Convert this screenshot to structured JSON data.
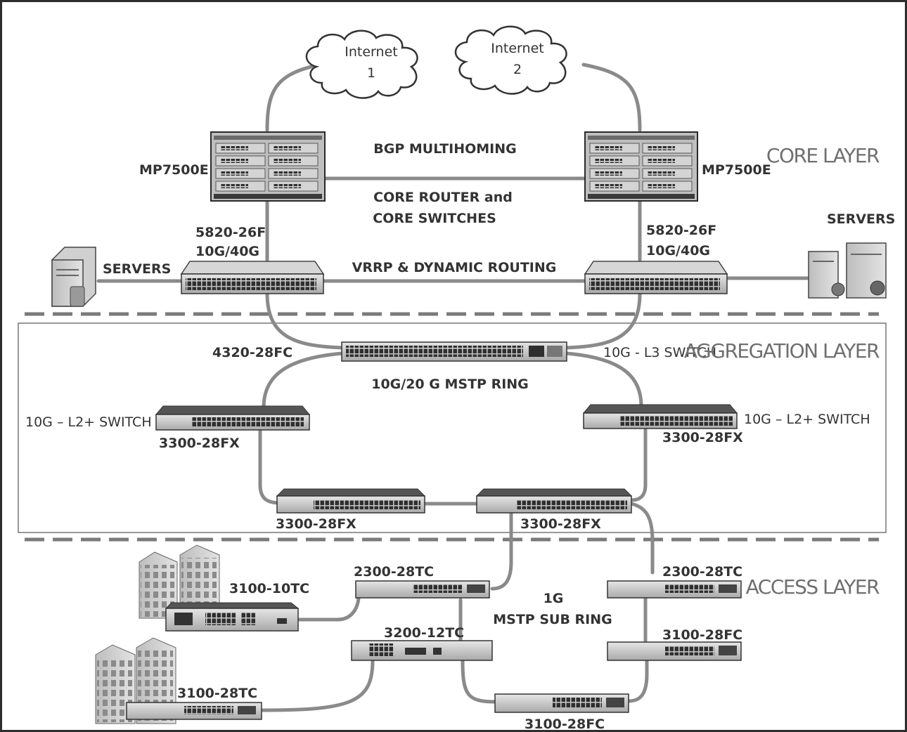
{
  "clouds": [
    {
      "line1": "Internet",
      "line2": "1"
    },
    {
      "line1": "Internet",
      "line2": "2"
    }
  ],
  "layers": {
    "core": "CORE LAYER",
    "aggregation": "AGGREGATION LAYER",
    "access": "ACCESS LAYER"
  },
  "labels": {
    "bgp": "BGP MULTIHOMING",
    "core_router_1": "CORE ROUTER and",
    "core_router_2": "CORE SWITCHES",
    "vrrp": "VRRP & DYNAMIC ROUTING",
    "mp_left": "MP7500E",
    "mp_right": "MP7500E",
    "sw5820_left_1": "5820-26F",
    "sw5820_left_2": "10G/40G",
    "sw5820_right_1": "5820-26F",
    "sw5820_right_2": "10G/40G",
    "servers_left": "SERVERS",
    "servers_right": "SERVERS",
    "sw4320": "4320-28FC",
    "l3_switch": "10G - L3 SWITCH",
    "mstp_ring": "10G/20 G MSTP RING",
    "l2_left": "10G – L2+ SWITCH",
    "l2_right": "10G – L2+ SWITCH",
    "sw3300_ul": "3300-28FX",
    "sw3300_ur": "3300-28FX",
    "sw3300_bl": "3300-28FX",
    "sw3300_br": "3300-28FX",
    "sw2300_left": "2300-28TC",
    "sw2300_right": "2300-28TC",
    "sw3100_10": "3100-10TC",
    "sub_ring_1": "1G",
    "sub_ring_2": "MSTP SUB RING",
    "sw3200": "3200-12TC",
    "sw3100_28fc_right": "3100-28FC",
    "sw3100_28tc": "3100-28TC",
    "sw3100_28fc_bottom": "3100-28FC"
  }
}
